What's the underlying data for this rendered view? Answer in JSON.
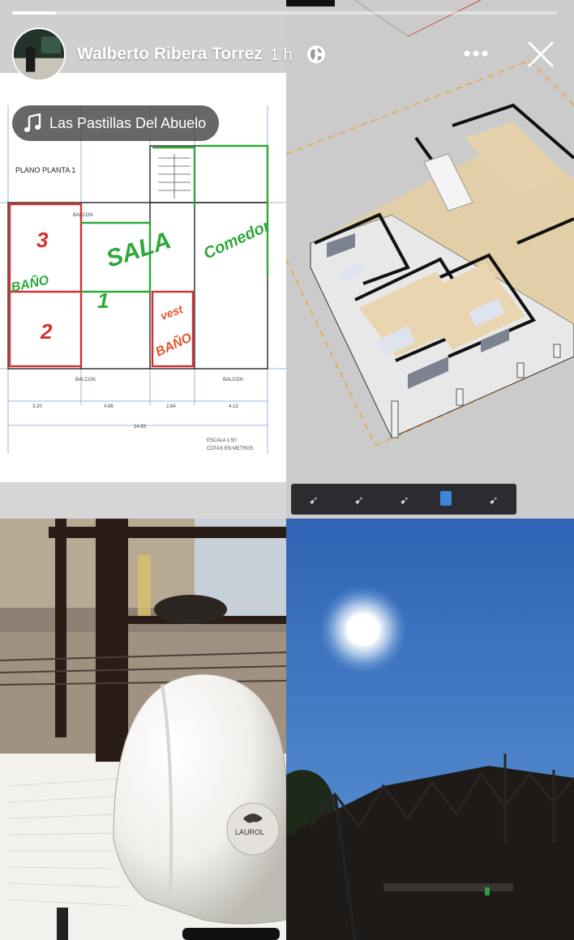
{
  "story": {
    "author": "Walberto Ribera Torrez",
    "time": "1 h",
    "progress": 0.08
  },
  "music": {
    "label": "Las Pastillas Del Abuelo"
  },
  "plan": {
    "title": "PLANO PLANTA 1"
  },
  "icons": {
    "globe": "globe-icon",
    "more": "more-horizontal-icon",
    "close": "close-icon",
    "music": "music-note-icon"
  },
  "colors": {
    "chrome_text": "#ffffff",
    "pill_bg": "#3c3c3c"
  }
}
